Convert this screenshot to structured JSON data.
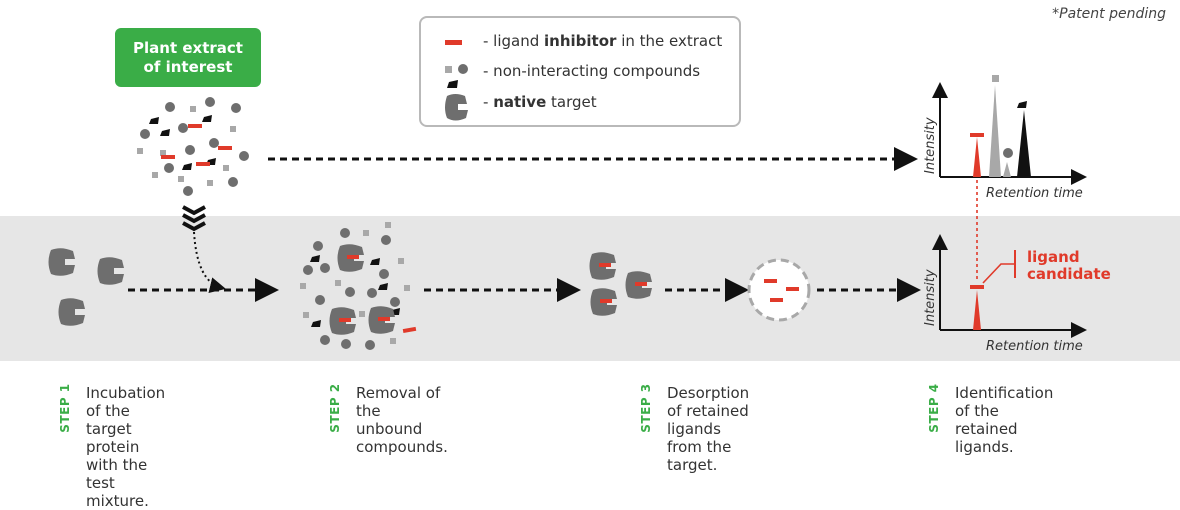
{
  "patent_note": "*Patent pending",
  "extract_box": {
    "label": "Plant extract of interest"
  },
  "legend": {
    "items": [
      {
        "prefix": "- ligand ",
        "bold": "inhibitor",
        "suffix": " in the extract",
        "icon": "red-dash-icon"
      },
      {
        "prefix": "- non-interacting compounds",
        "bold": "",
        "suffix": "",
        "icon": "compounds-icon"
      },
      {
        "prefix": "- ",
        "bold": "native",
        "suffix": " target",
        "icon": "target-protein-icon"
      }
    ]
  },
  "top_chart": {
    "ylabel": "Intensity",
    "xlabel": "Retention time"
  },
  "bottom_chart": {
    "ylabel": "Intensity",
    "xlabel": "Retention time",
    "annotation": [
      "ligand",
      "candidate"
    ]
  },
  "steps": [
    {
      "tag": "STEP 1",
      "lines": [
        "Incubation of the target",
        "protein with the test",
        "mixture."
      ]
    },
    {
      "tag": "STEP 2",
      "lines": [
        "Removal of the unbound",
        "compounds."
      ]
    },
    {
      "tag": "STEP 3",
      "lines": [
        "Desorption of retained",
        "ligands from the target."
      ]
    },
    {
      "tag": "STEP 4",
      "lines": [
        "Identification of the",
        "retained ligands."
      ]
    }
  ],
  "colors": {
    "green": "#3aad47",
    "red": "#e03a2a",
    "gray": "#6e6e6e",
    "light_gray": "#a8a8a8",
    "band": "#e6e6e6"
  }
}
